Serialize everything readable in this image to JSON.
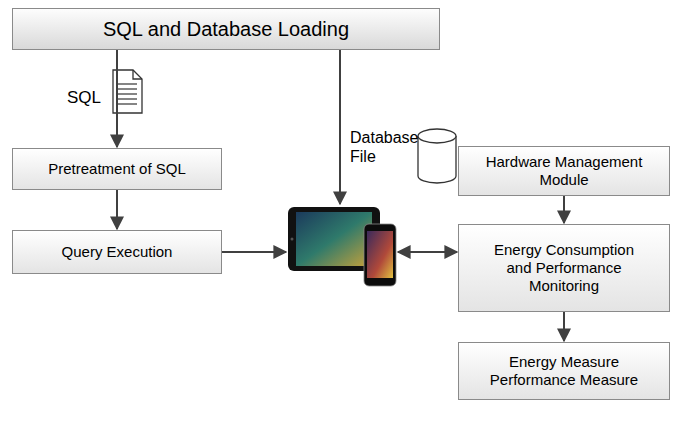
{
  "diagram": {
    "nodes": [
      {
        "text": [
          "SQL and Database Loading"
        ]
      },
      {
        "text": [
          "Pretreatment of SQL"
        ]
      },
      {
        "text": [
          "Query Execution"
        ]
      },
      {
        "text": [
          "Hardware Management Module"
        ]
      },
      {
        "text": [
          "Energy Consumption and Performance Monitoring"
        ]
      },
      {
        "text": [
          "Energy Measure",
          "Performance Measure"
        ]
      }
    ],
    "edges": [
      {
        "from": 0,
        "to": 1,
        "label": "SQL",
        "arrow": "to"
      },
      {
        "from": 1,
        "to": 2,
        "arrow": "to"
      },
      {
        "from": 3,
        "to": 4,
        "arrow": "to"
      },
      {
        "from": 4,
        "to": 5,
        "arrow": "to"
      }
    ],
    "labels": [
      "Database File"
    ]
  }
}
